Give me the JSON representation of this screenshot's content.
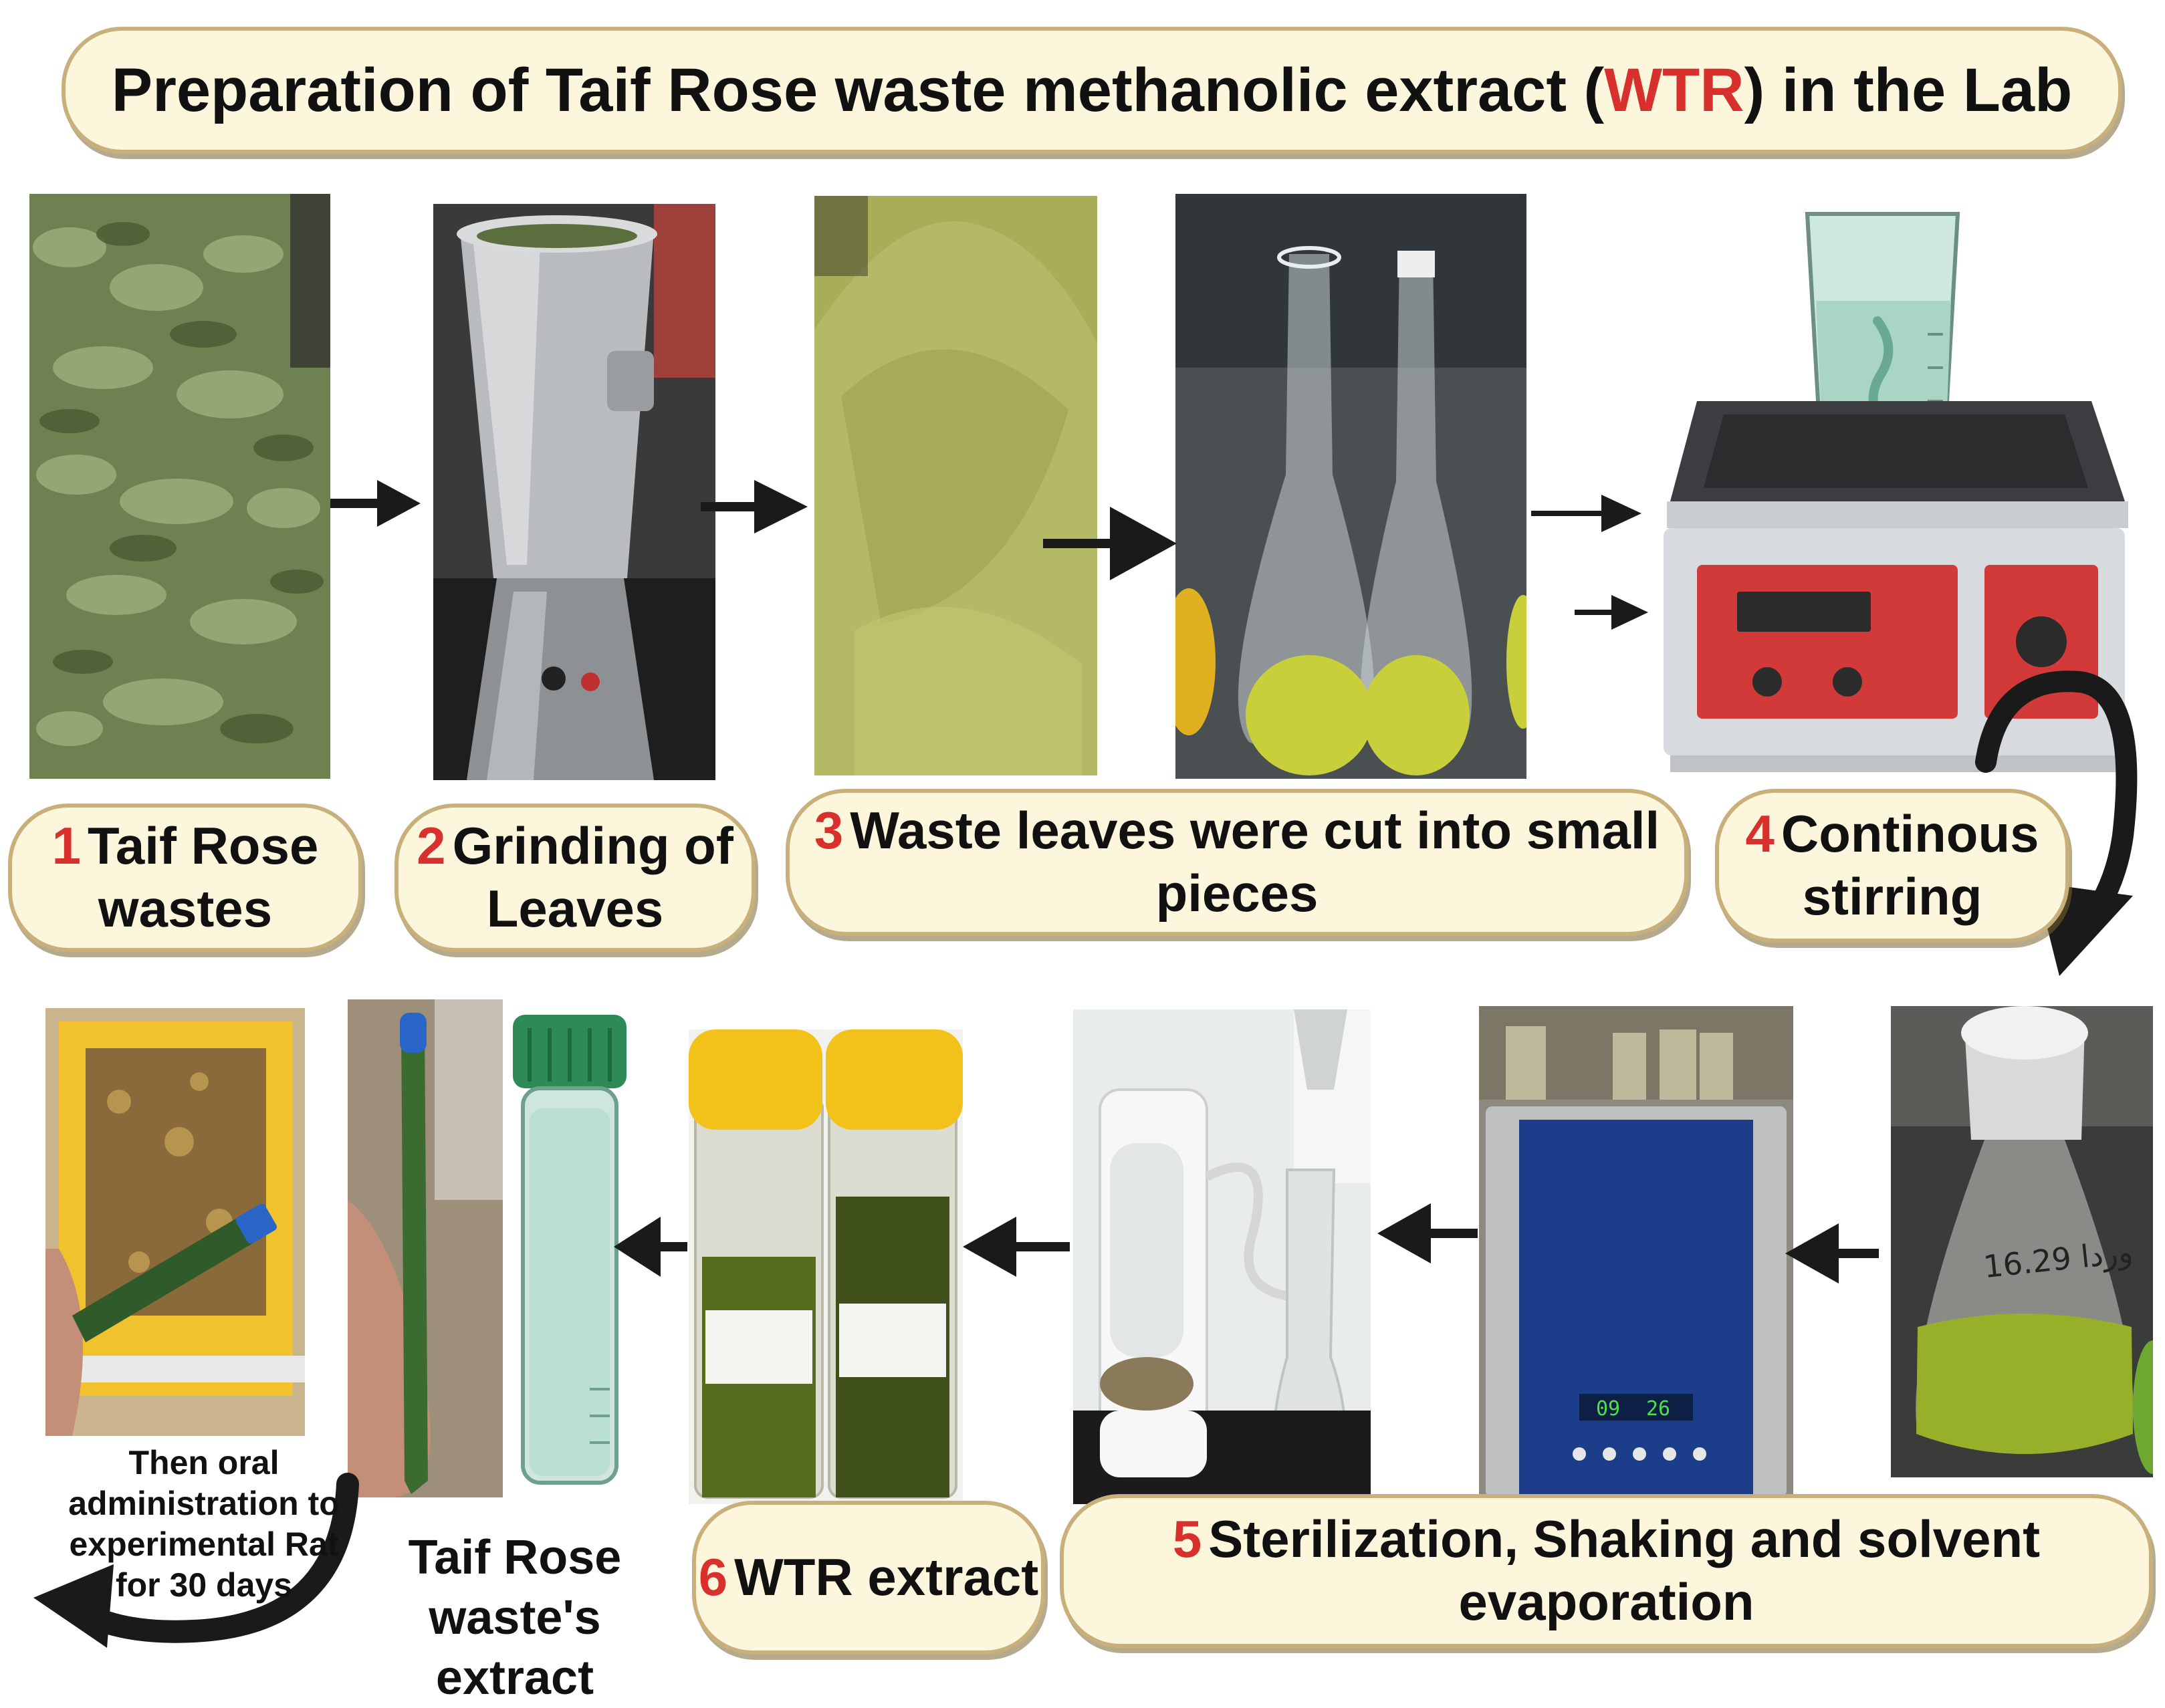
{
  "title": {
    "prefix": "Preparation of  Taif Rose waste methanolic extract  (",
    "highlight": "WTR",
    "suffix": ") in the Lab"
  },
  "steps": [
    {
      "number": "1",
      "label": "Taif Rose wastes"
    },
    {
      "number": "2",
      "label": "Grinding of Leaves"
    },
    {
      "number": "3",
      "label": "Waste leaves were cut into small pieces"
    },
    {
      "number": "4",
      "label": "Continous stirring"
    },
    {
      "number": "5",
      "label": "Sterilization, Shaking and solvent evaporation"
    },
    {
      "number": "6",
      "label": "WTR extract"
    }
  ],
  "extract_label": "Taif Rose waste's extract",
  "administration_note": "Then oral administration to experimental Rat for 30 days",
  "flask_label": "وردا 16.29",
  "bath_display": {
    "left": "09",
    "right": "26"
  },
  "colors": {
    "step_number": "#d8302c",
    "pill_fill": "#fbf6dc",
    "pill_border": "#c9b07a",
    "arrow": "#1a1a1a"
  }
}
